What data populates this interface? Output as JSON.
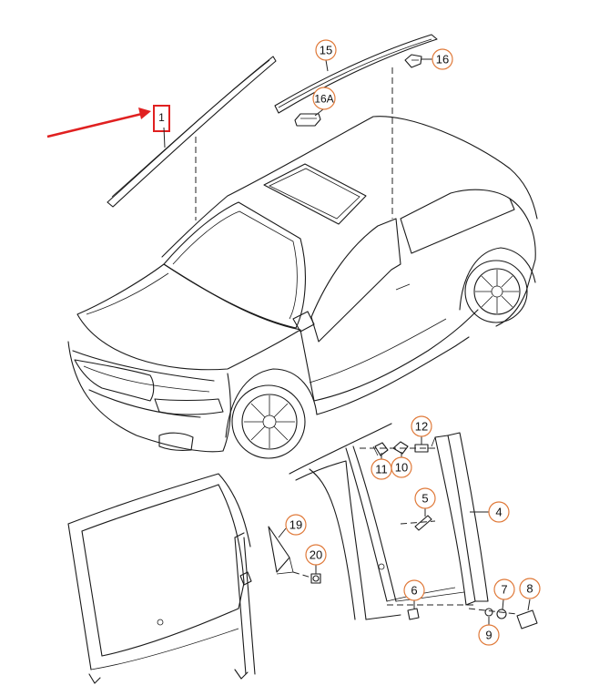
{
  "callouts": [
    {
      "id": "c15",
      "label": "15"
    },
    {
      "id": "c16",
      "label": "16"
    },
    {
      "id": "c16a",
      "label": "16A"
    },
    {
      "id": "c12",
      "label": "12"
    },
    {
      "id": "c11",
      "label": "11"
    },
    {
      "id": "c10",
      "label": "10"
    },
    {
      "id": "c5",
      "label": "5"
    },
    {
      "id": "c4",
      "label": "4"
    },
    {
      "id": "c19",
      "label": "19"
    },
    {
      "id": "c20",
      "label": "20"
    },
    {
      "id": "c6",
      "label": "6"
    },
    {
      "id": "c7",
      "label": "7"
    },
    {
      "id": "c8",
      "label": "8"
    },
    {
      "id": "c9",
      "label": "9"
    }
  ],
  "highlight": {
    "label": "1",
    "color": "#e02020"
  },
  "colors": {
    "callout_ring": "#e07a3a",
    "arrow": "#e02020",
    "line": "#1a1a1a"
  }
}
